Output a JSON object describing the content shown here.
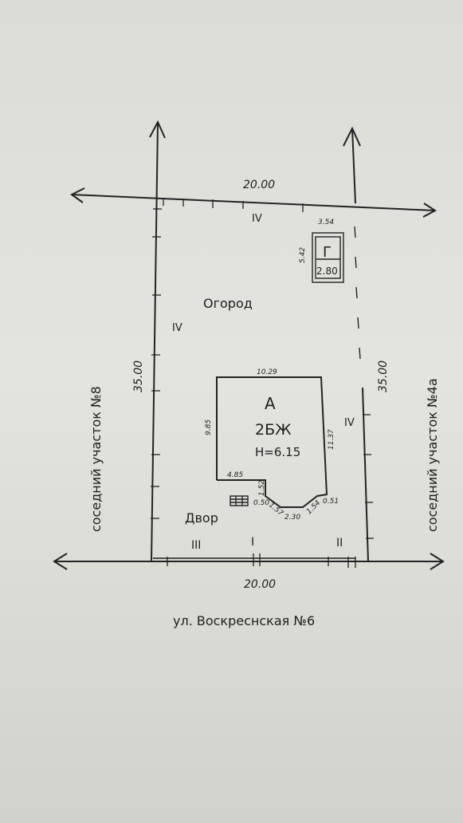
{
  "plan": {
    "top_width": "20.00",
    "bottom_width": "20.00",
    "left_length": "35.00",
    "right_length": "35.00",
    "left_neighbor": "соседний участок №8",
    "right_neighbor": "соседний участок №4а",
    "street": "ул. Воскреснская №6",
    "garden": "Огород",
    "yard": "Двор",
    "class_top": "IV",
    "class_left": "IV",
    "class_right": "IV",
    "class_yard_1": "III",
    "class_yard_2": "I",
    "class_yard_3": "II"
  },
  "house": {
    "letter": "А",
    "material": "2БЖ",
    "height": "Н=6.15",
    "top": "10.29",
    "left": "9.85",
    "right": "11.37",
    "bottom_left": "4.85",
    "d_152": "1.52",
    "d_050": "0.50",
    "d_157": "1.57",
    "d_230": "2.30",
    "d_154": "1.54",
    "d_051": "0.51"
  },
  "garage": {
    "letter": "Г",
    "height": "2.80",
    "width": "3.54",
    "length": "5.42"
  }
}
